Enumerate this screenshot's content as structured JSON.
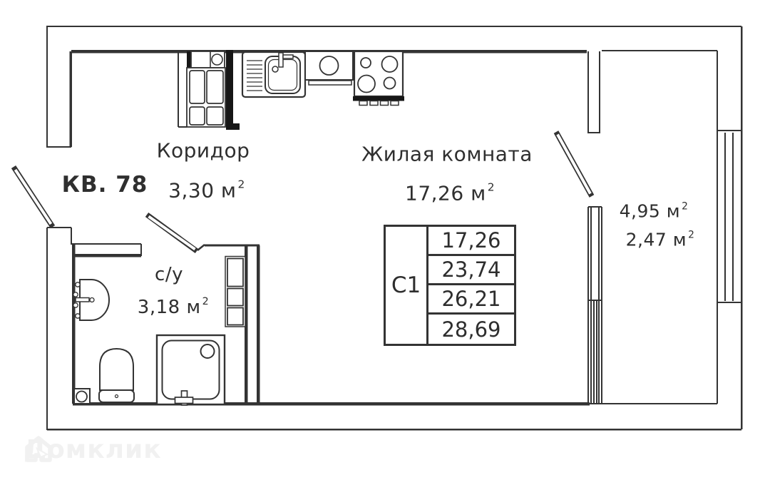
{
  "apartment": {
    "label": "КВ. 78"
  },
  "rooms": {
    "corridor": {
      "name": "Коридор",
      "area_value": "3,30 м",
      "area_sup": "2"
    },
    "living": {
      "name": "Жилая комната",
      "area_value": "17,26 м",
      "area_sup": "2"
    },
    "bathroom": {
      "name": "с/у",
      "area_value": "3,18 м",
      "area_sup": "2"
    },
    "balcony": {
      "area_full_value": "4,95 м",
      "area_full_sup": "2",
      "area_half_value": "2,47 м",
      "area_half_sup": "2"
    }
  },
  "table": {
    "label": "С1",
    "rows": [
      "17,26",
      "23,74",
      "26,21",
      "28,69"
    ]
  },
  "watermark": {
    "text": "Домклик"
  },
  "colors": {
    "line": "#333333",
    "wall_fill": "#161616",
    "text": "#2f2f2f",
    "watermark": "#f1f1f1",
    "background": "#ffffff"
  },
  "icons": [
    "wardrobe-symbol",
    "kitchen-sink-symbol",
    "counter-symbol",
    "stove-symbol",
    "washbasin-symbol",
    "toilet-symbol",
    "shower-symbol",
    "floor-drain-symbol",
    "bath-cabinet-symbol",
    "entrance-door-leaf",
    "bathroom-door-leaf",
    "balcony-door-leaf",
    "window-symbol",
    "house-logo-icon"
  ]
}
